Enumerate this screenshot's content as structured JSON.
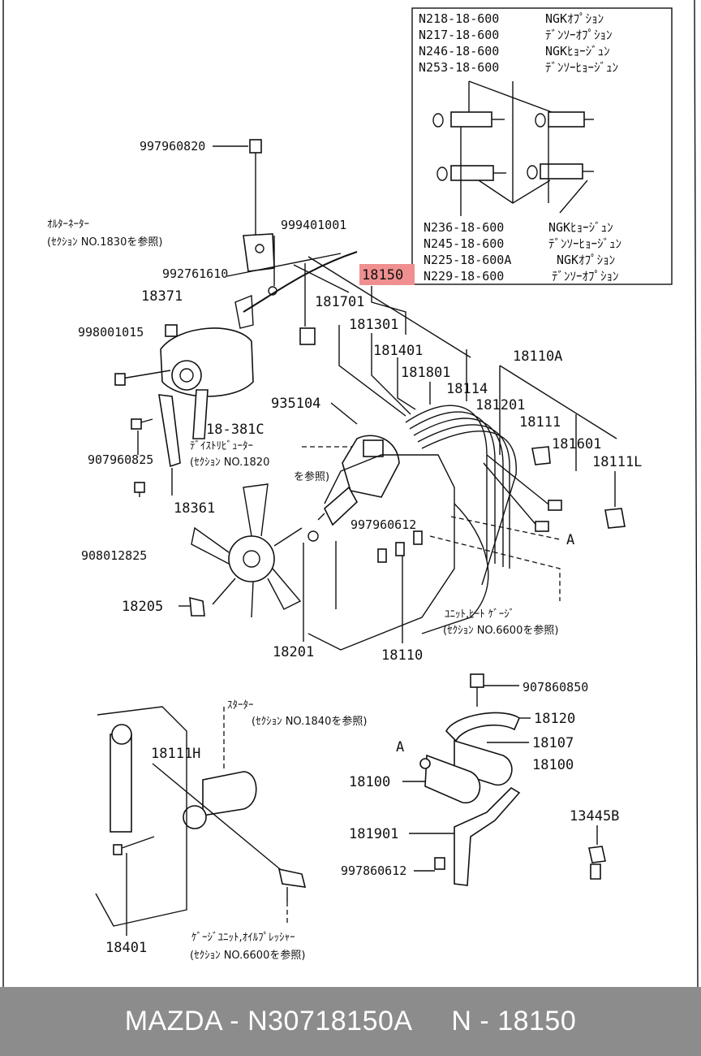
{
  "colors": {
    "highlight": "#f08f8f",
    "footer_bg": "#8c8c8c",
    "footer_text": "#ffffff"
  },
  "plug_table": {
    "top_rows": [
      {
        "part": "N218-18-600",
        "desc": "NGKｵﾌﾟｼｮﾝ"
      },
      {
        "part": "N217-18-600",
        "desc": "ﾃﾞﾝｿｰｵﾌﾟｼｮﾝ"
      },
      {
        "part": "N246-18-600",
        "desc": "NGKﾋｮｰｼﾞｭﾝ"
      },
      {
        "part": "N253-18-600",
        "desc": "ﾃﾞﾝｿｰﾋｮｰｼﾞｭﾝ"
      }
    ],
    "bottom_rows": [
      {
        "part": "N236-18-600",
        "desc": "NGKﾋｮｰｼﾞｭﾝ"
      },
      {
        "part": "N245-18-600",
        "desc": "ﾃﾞﾝｿｰﾋｮｰｼﾞｭﾝ"
      },
      {
        "part": "N225-18-600A",
        "desc": "NGKｵﾌﾟｼｮﾝ"
      },
      {
        "part": "N229-18-600",
        "desc": "ﾃﾞﾝｿｰｵﾌﾟｼｮﾝ"
      }
    ]
  },
  "labels": {
    "p997960820": "997960820",
    "alternator_ref_1": "ｵﾙﾀｰﾈｰﾀｰ",
    "alternator_ref_2": "(ｾｸｼｮﾝ NO.1830を参照)",
    "p999401001": "999401001",
    "p992761610": "992761610",
    "p18150": "18150",
    "p18371": "18371",
    "p181701": "181701",
    "p998001015": "998001015",
    "p181301": "181301",
    "p181401": "181401",
    "p181801": "181801",
    "p18110A": "18110A",
    "p18114": "18114",
    "p181201": "181201",
    "p935104": "935104",
    "p18111": "18111",
    "p18_381C": "18-381C",
    "distributor_ref_1": "ﾃﾞｲｽﾄﾘﾋﾞｭｰﾀｰ",
    "distributor_ref_2": "(ｾｸｼｮﾝ NO.1820",
    "distributor_ref_3": "を参照)",
    "p181601": "181601",
    "p907960825": "907960825",
    "p18111L": "18111L",
    "p18361": "18361",
    "p997960612": "997960612",
    "A_top": "A",
    "p908012825": "908012825",
    "p18205": "18205",
    "gauge_ref_1": "ﾕﾆｯﾄ,ﾋｰﾄ ｹﾞｰｼﾞ",
    "gauge_ref_2": "(ｾｸｼｮﾝ NO.6600を参照)",
    "p18201": "18201",
    "p18110": "18110",
    "p907860850": "907860850",
    "starter_ref_1": "ｽﾀｰﾀｰ",
    "starter_ref_2": "(ｾｸｼｮﾝ NO.1840を参照)",
    "p18120": "18120",
    "p18111H": "18111H",
    "A_bottom": "A",
    "p18107": "18107",
    "p18100_right": "18100",
    "p18100_left": "18100",
    "p13445B": "13445B",
    "p181901": "181901",
    "p997860612": "997860612",
    "oil_ref_1": "ｹﾞｰｼﾞﾕﾆｯﾄ,ｵｲﾙﾌﾟﾚｯｼｬｰ",
    "oil_ref_2": "(ｾｸｼｮﾝ NO.6600を参照)",
    "p18401": "18401"
  },
  "footer": {
    "text": "MAZDA - N30718150A     N - 18150"
  }
}
